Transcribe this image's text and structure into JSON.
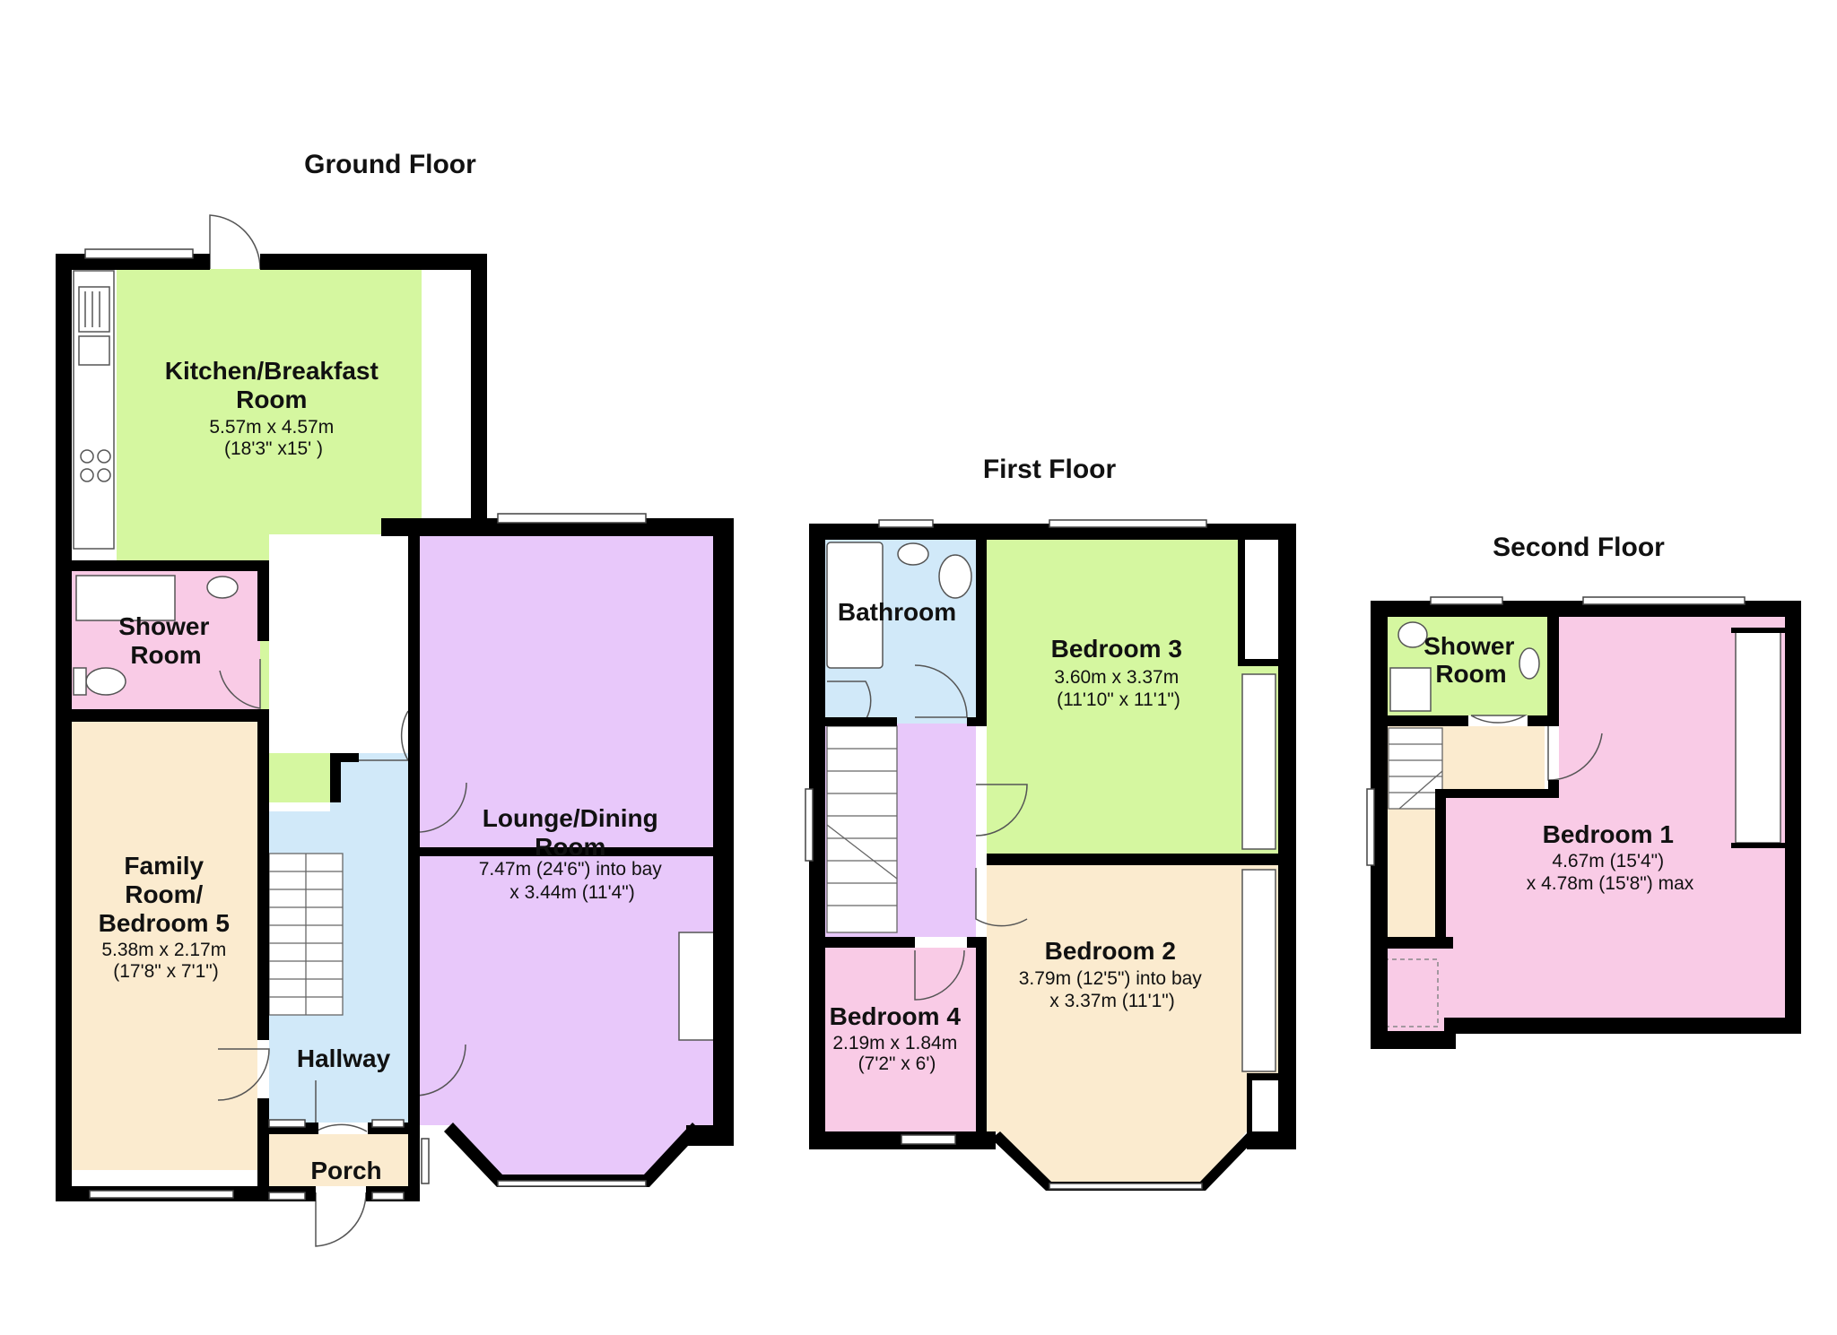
{
  "floors": [
    {
      "title": "Ground Floor",
      "rooms": [
        {
          "name": [
            "Kitchen/Breakfast",
            "Room"
          ],
          "dims": [
            "5.57m x 4.57m",
            "(18'3\" x15' )"
          ]
        },
        {
          "name": [
            "Shower",
            "Room"
          ],
          "dims": []
        },
        {
          "name": [
            "Family",
            "Room/",
            "Bedroom 5"
          ],
          "dims": [
            "5.38m x 2.17m",
            "(17'8\" x 7'1\")"
          ]
        },
        {
          "name": [
            "Hallway"
          ],
          "dims": []
        },
        {
          "name": [
            "Porch"
          ],
          "dims": []
        },
        {
          "name": [
            "Lounge/Dining",
            "Room"
          ],
          "dims": [
            "7.47m (24'6\") into bay",
            "x 3.44m (11'4\")"
          ]
        }
      ]
    },
    {
      "title": "First Floor",
      "rooms": [
        {
          "name": [
            "Bathroom"
          ],
          "dims": []
        },
        {
          "name": [
            "Bedroom 3"
          ],
          "dims": [
            "3.60m x 3.37m",
            "(11'10\" x 11'1\")"
          ]
        },
        {
          "name": [
            "Bedroom 2"
          ],
          "dims": [
            "3.79m (12'5\") into bay",
            "x 3.37m (11'1\")"
          ]
        },
        {
          "name": [
            "Bedroom 4"
          ],
          "dims": [
            "2.19m x 1.84m",
            "(7'2\" x 6')"
          ]
        }
      ]
    },
    {
      "title": "Second Floor",
      "rooms": [
        {
          "name": [
            "Shower",
            "Room"
          ],
          "dims": []
        },
        {
          "name": [
            "Bedroom 1"
          ],
          "dims": [
            "4.67m (15'4\")",
            "x 4.78m (15'8\") max"
          ]
        }
      ]
    }
  ],
  "colors": {
    "wall": "#000000",
    "kitchen": "#d5f7a0",
    "shower_ground": "#f9cbe6",
    "family_room": "#fbebcf",
    "hallway": "#d1e9f9",
    "porch": "#fbebcf",
    "lounge": "#e8c8fa",
    "bathroom": "#d1e9f9",
    "landing": "#e8c8fa",
    "bedroom3": "#d5f7a0",
    "bedroom2": "#fbebcf",
    "bedroom4": "#f9cbe6",
    "shower_second": "#d5f7a0",
    "bedroom1": "#f9cbe6",
    "second_landing": "#fbebcf"
  }
}
